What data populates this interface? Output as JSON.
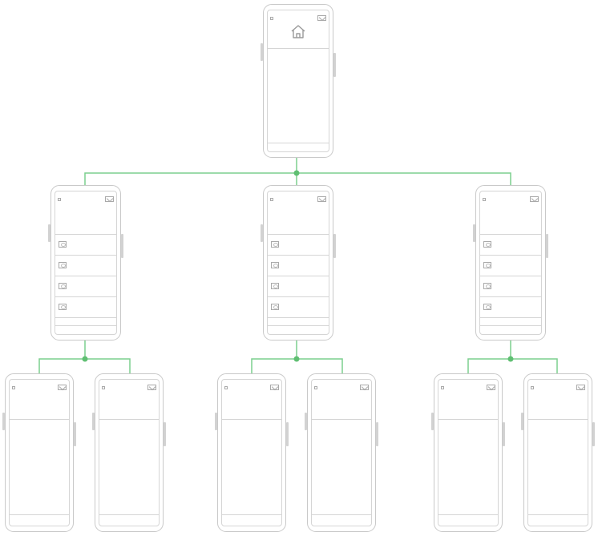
{
  "diagram": {
    "type": "sitemap-wireframe",
    "levels": 3,
    "root": {
      "screen": "home",
      "icon": "home-icon"
    },
    "level2": [
      {
        "rows": 4,
        "row_icon": "image-icon"
      },
      {
        "rows": 4,
        "row_icon": "image-icon"
      },
      {
        "rows": 4,
        "row_icon": "image-icon"
      }
    ],
    "level3_children_per_parent": 2,
    "colors": {
      "connector": "#7ccf8e",
      "phone_outline": "#c9c9c9",
      "node": "#5fbf72"
    },
    "status_icons": [
      "camera-dot-icon",
      "mail-icon"
    ]
  }
}
